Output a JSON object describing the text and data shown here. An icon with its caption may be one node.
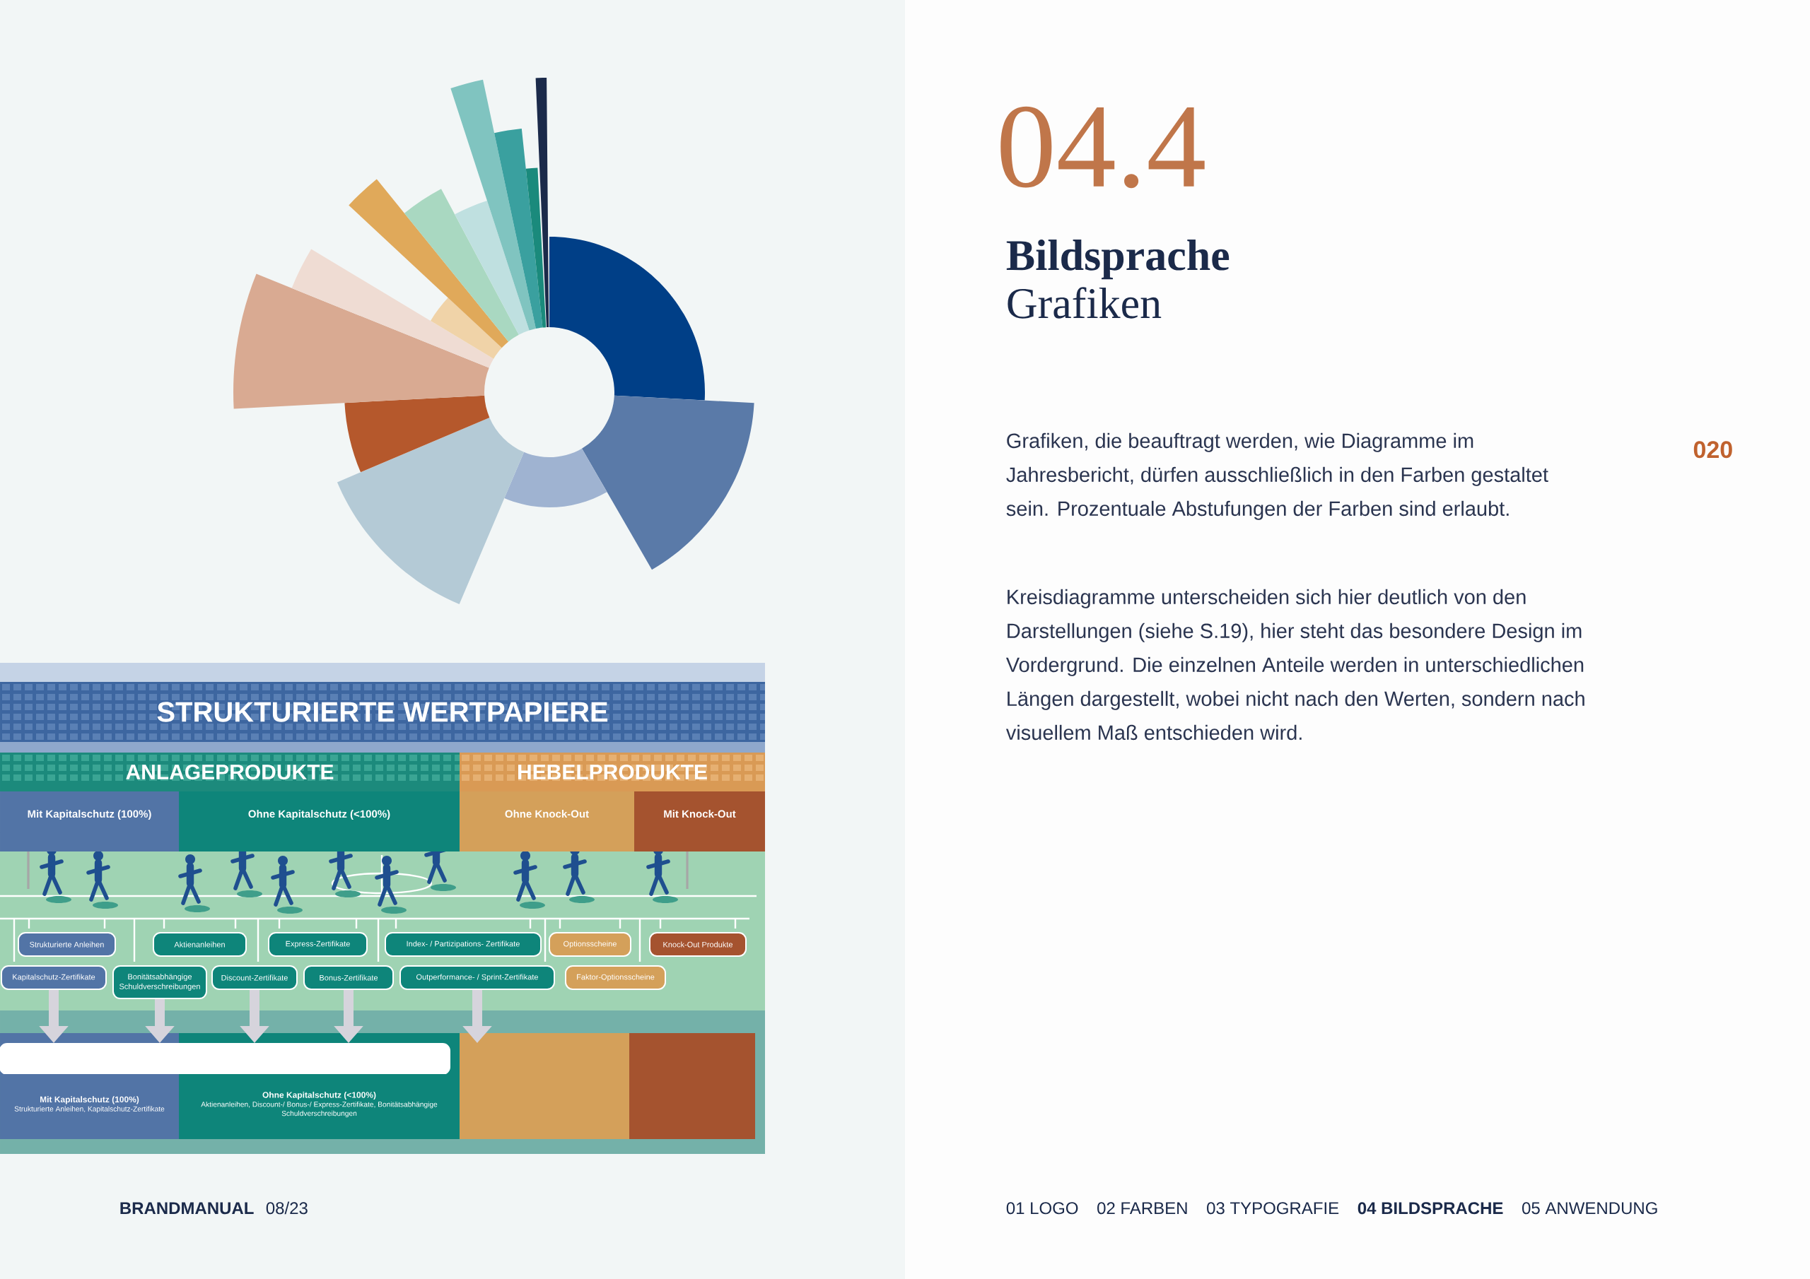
{
  "diagram": {
    "title": "Bildsprache",
    "nodes": [
      {
        "text": [
          "STRUKTURIERTE WERTPAPIERE"
        ]
      },
      {
        "text": [
          "ANLAGEPRODUKTE"
        ]
      },
      {
        "text": [
          "HEBELPRODUKTE"
        ]
      },
      {
        "text": [
          "Mit Kapitalschutz (100%)"
        ]
      },
      {
        "text": [
          "Ohne Kapitalschutz (<100%)"
        ]
      },
      {
        "text": [
          "Ohne Knock-Out"
        ]
      },
      {
        "text": [
          "Mit Knock-Out"
        ]
      },
      {
        "text": [
          "Strukturierte Anleihen"
        ]
      },
      {
        "text": [
          "Aktienanleihen"
        ]
      },
      {
        "text": [
          "Express-Zertifikate"
        ]
      },
      {
        "text": [
          "Index- / Partizipations- Zertifikate"
        ]
      },
      {
        "text": [
          "Optionsscheine"
        ]
      },
      {
        "text": [
          "Knock-Out Produkte"
        ]
      },
      {
        "text": [
          "Kapitalschutz-Zertifikate"
        ]
      },
      {
        "text": [
          "Bonitätsabhängige Schuldverschreibungen"
        ]
      },
      {
        "text": [
          "Discount-Zertifikate"
        ]
      },
      {
        "text": [
          "Bonus-Zertifikate"
        ]
      },
      {
        "text": [
          "Outperformance- / Sprint-Zertifikate"
        ]
      },
      {
        "text": [
          "Faktor-Optionsscheine"
        ]
      },
      {
        "text": [],
        "shape": "box"
      },
      {
        "text": [
          "Mit Kapitalschutz (100%)",
          "Strukturierte Anleihen, Kapitalschutz-Zertifikate"
        ]
      },
      {
        "text": [
          "Ohne Kapitalschutz (<100%)",
          "Aktienanleihen, Discount-/ Bonus-/ Express-Zertifikate, Bonitätsabhängige Schuldverschreibungen"
        ]
      },
      {
        "text": [],
        "shape": "box"
      },
      {
        "text": [],
        "shape": "box"
      }
    ],
    "edges": [
      {
        "from": 13,
        "to": 19,
        "arrow": "to"
      },
      {
        "from": 14,
        "to": 19,
        "arrow": "to"
      },
      {
        "from": 15,
        "to": 19,
        "arrow": "to"
      },
      {
        "from": 16,
        "to": 19,
        "arrow": "to"
      },
      {
        "from": 17,
        "to": 19,
        "arrow": "to"
      }
    ],
    "labels": [
      "04.4",
      "Grafiken",
      "Grafiken, die beauftragt werden, wie Diagramme im Jahresbericht, dürfen ausschließlich in den Farben gestaltet sein. Prozentuale Abstufungen der Farben sind erlaubt.",
      "020",
      "Kreisdiagramme unterscheiden sich hier deutlich von den Darstellungen (siehe S.19), hier steht das besondere Design im Vordergrund. Die einzelnen Anteile werden in unterschiedlichen Längen dargestellt, wobei nicht nach den Werten, sondern nach visuellem Maß entschieden wird.",
      "BRANDMANUAL",
      "08/23",
      "01 LOGO",
      "02 FARBEN",
      "03 TYPOGRAFIE",
      "04 BILDSPRACHE",
      "05 ANWENDUNG"
    ]
  }
}
